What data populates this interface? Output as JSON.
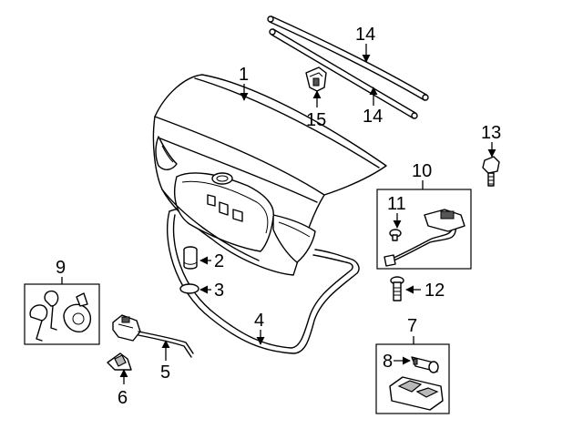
{
  "diagram": {
    "callouts": {
      "c1": "1",
      "c2": "2",
      "c3": "3",
      "c4": "4",
      "c5": "5",
      "c6": "6",
      "c7": "7",
      "c8": "8",
      "c9": "9",
      "c10": "10",
      "c11": "11",
      "c12": "12",
      "c13": "13",
      "c14a": "14",
      "c14b": "14",
      "c15": "15"
    }
  }
}
